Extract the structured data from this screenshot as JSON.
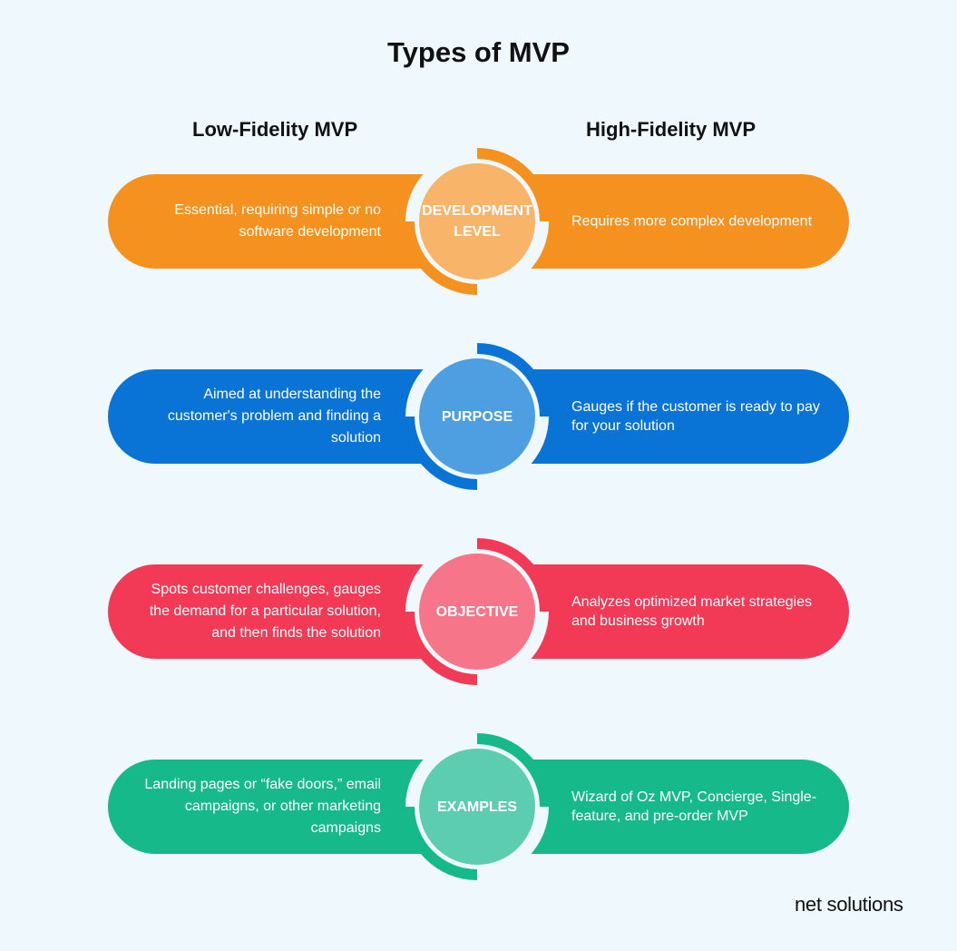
{
  "title": "Types of MVP",
  "columns": {
    "left": "Low-Fidelity MVP",
    "right": "High-Fidelity MVP"
  },
  "rows": [
    {
      "label": "DEVELOPMENT LEVEL",
      "left": "Essential, requiring simple or no software development",
      "right": "Requires more complex development",
      "colors": {
        "pill": "#f5921f",
        "disc": "#f8b469"
      }
    },
    {
      "label": "PURPOSE",
      "left": "Aimed at understanding the customer's problem and finding a solution",
      "right": "Gauges if the customer is ready to pay for your solution",
      "colors": {
        "pill": "#0a73d6",
        "disc": "#4d9fe1"
      }
    },
    {
      "label": "OBJECTIVE",
      "left": "Spots customer challenges, gauges the demand for a particular solution, and then finds the solution",
      "right": "Analyzes optimized market strategies and business growth",
      "colors": {
        "pill": "#f23a56",
        "disc": "#f67588"
      }
    },
    {
      "label": "EXAMPLES",
      "left": "Landing pages or “fake doors,” email campaigns, or other marketing campaigns",
      "right": "Wizard of Oz MVP, Concierge, Single-feature, and pre-order MVP",
      "colors": {
        "pill": "#15b98a",
        "disc": "#5ccdb0"
      }
    }
  ],
  "brand": {
    "logo_text": "net solutions"
  }
}
